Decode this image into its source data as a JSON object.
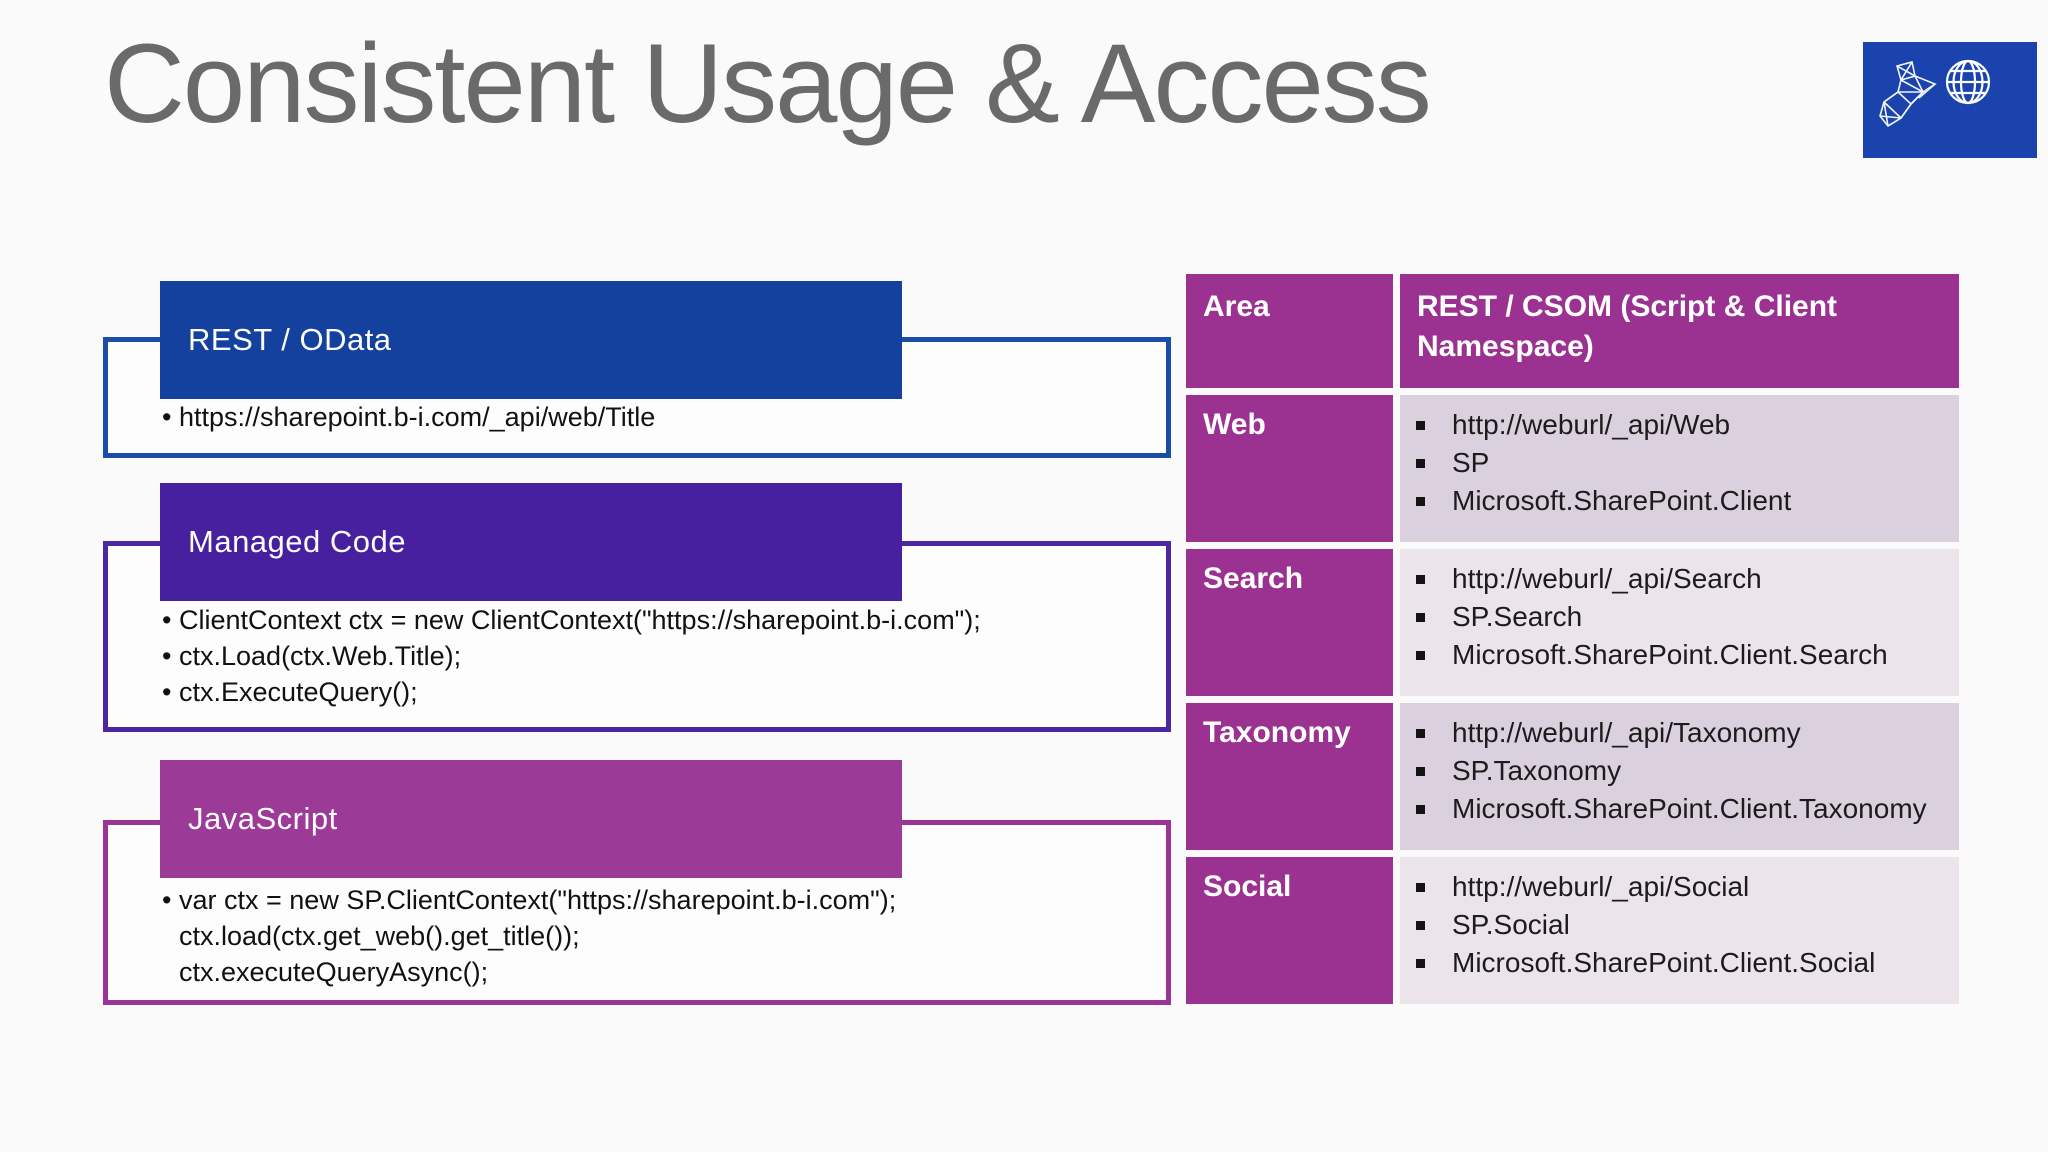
{
  "slide_title": "Consistent Usage & Access",
  "logo": {
    "bg_color": "#1a43ad",
    "icons": [
      "sharepoint-wireframe",
      "globe"
    ]
  },
  "code_blocks": [
    {
      "label": "REST / OData",
      "lines": [
        {
          "bullet": "•",
          "text": "https://sharepoint.b-i.com/_api/web/Title"
        }
      ]
    },
    {
      "label": "Managed Code",
      "lines": [
        {
          "bullet": "•",
          "text": "ClientContext ctx = new ClientContext(\"https://sharepoint.b-i.com\");"
        },
        {
          "bullet": "•",
          "text": "ctx.Load(ctx.Web.Title);"
        },
        {
          "bullet": "•",
          "text": "ctx.ExecuteQuery();"
        }
      ]
    },
    {
      "label": "JavaScript",
      "lines": [
        {
          "bullet": "•",
          "text": "var ctx = new SP.ClientContext(\"https://sharepoint.b-i.com\");"
        },
        {
          "bullet": "",
          "text": "ctx.load(ctx.get_web().get_title());"
        },
        {
          "bullet": "",
          "text": "ctx.executeQueryAsync();"
        }
      ]
    }
  ],
  "table": {
    "columns": [
      "Area",
      "REST / CSOM (Script & Client Namespace)"
    ],
    "rows": [
      {
        "area": "Web",
        "items": [
          "http://weburl/_api/Web",
          "SP",
          "Microsoft.SharePoint.Client"
        ]
      },
      {
        "area": "Search",
        "items": [
          "http://weburl/_api/Search",
          "SP.Search",
          "Microsoft.SharePoint.Client.Search"
        ]
      },
      {
        "area": "Taxonomy",
        "items": [
          "http://weburl/_api/Taxonomy",
          "SP.Taxonomy",
          "Microsoft.SharePoint.Client.Taxonomy"
        ]
      },
      {
        "area": "Social",
        "items": [
          "http://weburl/_api/Social",
          "SP.Social",
          "Microsoft.SharePoint.Client.Social"
        ]
      }
    ]
  },
  "colors": {
    "page-bg": "#fbfafb",
    "title": "#6a6a6a",
    "blue-header": "#15419e",
    "blue-border": "#1c4da6",
    "purple-header": "#47209f",
    "purple-border": "#4c28a0",
    "magenta-header": "#9c3a97",
    "magenta-border": "#9b3595",
    "table-magenta": "#9b3191",
    "row-dark": "#dbd0dd",
    "row-light": "#ece4eb",
    "code-text": "#111111",
    "logo-bg": "#1a43ad"
  }
}
